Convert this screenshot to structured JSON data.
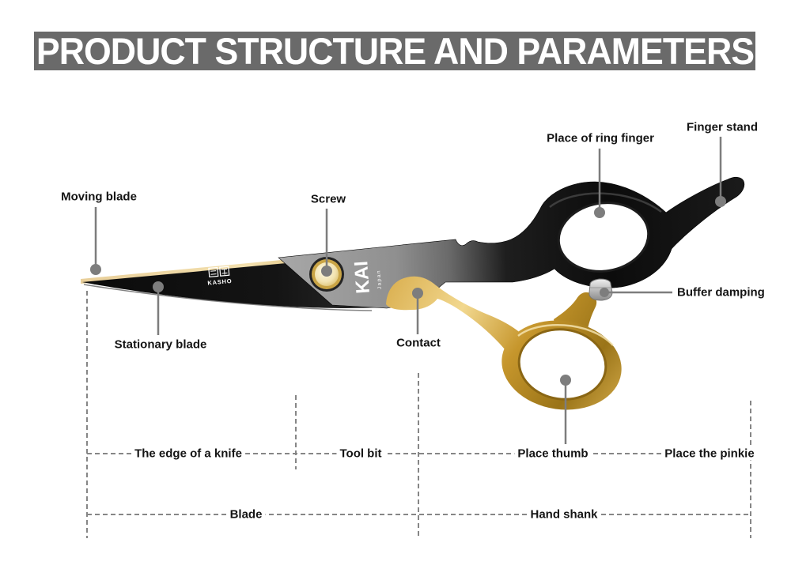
{
  "header": {
    "title": "PRODUCT STRUCTURE AND PARAMETERS"
  },
  "callouts": {
    "moving_blade": "Moving blade",
    "screw": "Screw",
    "place_of_ring_finger": "Place of ring finger",
    "finger_stand": "Finger stand",
    "buffer_damping": "Buffer damping",
    "stationary_blade": "Stationary blade",
    "contact": "Contact"
  },
  "dimension_labels": {
    "edge_of_knife": "The edge of a knife",
    "tool_bit": "Tool bit",
    "place_thumb": "Place thumb",
    "place_the_pinkie": "Place the pinkie",
    "blade": "Blade",
    "hand_shank": "Hand shank"
  },
  "branding": {
    "blade_logo": "KASHO",
    "pivot_logo": "KAI",
    "pivot_logo_sub": "Japan"
  },
  "colors": {
    "banner_bg": "#6a6a6a",
    "banner_text": "#ffffff",
    "label_text": "#141414",
    "leader_gray": "#7d7d7d",
    "dash_gray": "#868686",
    "gold": "#cda23c",
    "gold_light": "#f2d88f",
    "black_metal": "#121212",
    "silver_shank": "#989898",
    "screw_face": "#f7ecc6",
    "buffer_silver": "#c9c9c9"
  }
}
